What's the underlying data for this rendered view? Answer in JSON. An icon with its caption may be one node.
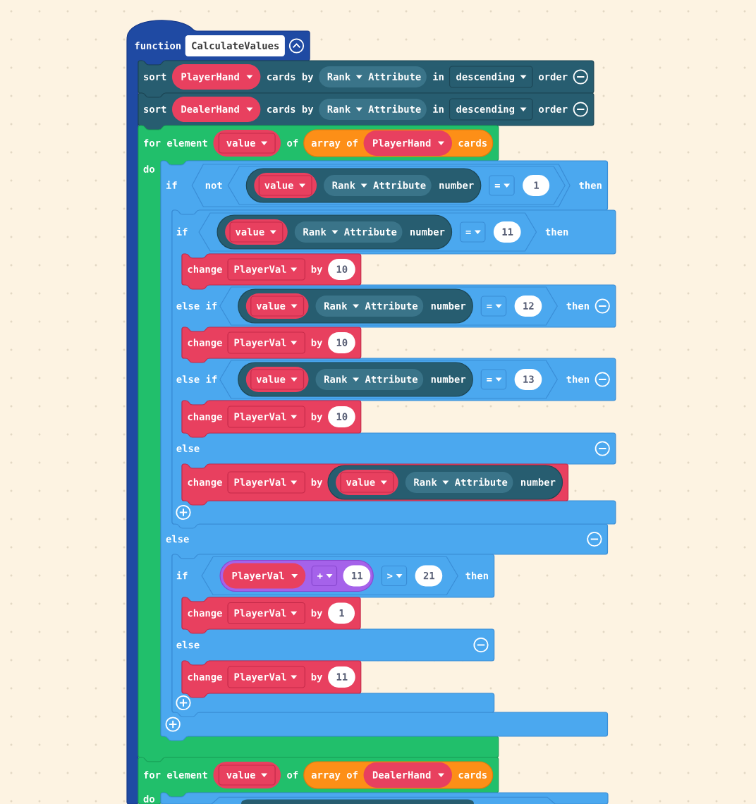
{
  "diagram": {
    "nodes": [
      {
        "text": [
          "function"
        ]
      },
      {
        "text": [
          "CalculateValues"
        ],
        "in": 0
      },
      {
        "text": [
          "sort",
          "cards by",
          "in",
          "order"
        ]
      },
      {
        "text": [
          "PlayerHand"
        ],
        "in": 2
      },
      {
        "text": [
          "Rank",
          "Attribute"
        ],
        "in": 2
      },
      {
        "text": [
          "descending"
        ],
        "in": 2
      },
      {
        "text": [
          "sort",
          "cards by",
          "in",
          "order"
        ]
      },
      {
        "text": [
          "DealerHand"
        ],
        "in": 6
      },
      {
        "text": [
          "Rank",
          "Attribute"
        ],
        "in": 6
      },
      {
        "text": [
          "descending"
        ],
        "in": 6
      },
      {
        "text": [
          "for element",
          "of",
          "do"
        ]
      },
      {
        "text": [
          "value"
        ],
        "in": 10
      },
      {
        "text": [
          "array of",
          "cards"
        ],
        "in": 10
      },
      {
        "text": [
          "PlayerHand"
        ],
        "in": 12
      },
      {
        "text": [
          "if",
          "then",
          "else"
        ]
      },
      {
        "text": [
          "not"
        ],
        "in": 14
      },
      {
        "text": [],
        "shape": "hexagon",
        "in": 15
      },
      {
        "text": [
          "number"
        ],
        "in": 16
      },
      {
        "text": [
          "value"
        ],
        "in": 17
      },
      {
        "text": [
          "Rank",
          "Attribute"
        ],
        "in": 17
      },
      {
        "text": [
          "="
        ],
        "in": 16
      },
      {
        "text": [
          "1"
        ],
        "in": 16
      },
      {
        "text": [
          "if",
          "then",
          "else if",
          "then",
          "else if",
          "then",
          "else"
        ]
      },
      {
        "text": [],
        "shape": "hexagon",
        "in": 22
      },
      {
        "text": [
          "number"
        ],
        "in": 23
      },
      {
        "text": [
          "value"
        ],
        "in": 24
      },
      {
        "text": [
          "Rank",
          "Attribute"
        ],
        "in": 24
      },
      {
        "text": [
          "="
        ],
        "in": 23
      },
      {
        "text": [
          "11"
        ],
        "in": 23
      },
      {
        "text": [
          "change",
          "by"
        ],
        "in": 22
      },
      {
        "text": [
          "PlayerVal"
        ],
        "in": 29
      },
      {
        "text": [
          "10"
        ],
        "in": 29
      },
      {
        "text": [],
        "shape": "hexagon",
        "in": 22
      },
      {
        "text": [
          "number"
        ],
        "in": 32
      },
      {
        "text": [
          "value"
        ],
        "in": 33
      },
      {
        "text": [
          "Rank",
          "Attribute"
        ],
        "in": 33
      },
      {
        "text": [
          "="
        ],
        "in": 32
      },
      {
        "text": [
          "12"
        ],
        "in": 32
      },
      {
        "text": [
          "change",
          "by"
        ],
        "in": 22
      },
      {
        "text": [
          "PlayerVal"
        ],
        "in": 38
      },
      {
        "text": [
          "10"
        ],
        "in": 38
      },
      {
        "text": [],
        "shape": "hexagon",
        "in": 22
      },
      {
        "text": [
          "number"
        ],
        "in": 41
      },
      {
        "text": [
          "value"
        ],
        "in": 42
      },
      {
        "text": [
          "Rank",
          "Attribute"
        ],
        "in": 42
      },
      {
        "text": [
          "="
        ],
        "in": 41
      },
      {
        "text": [
          "13"
        ],
        "in": 41
      },
      {
        "text": [
          "change",
          "by"
        ],
        "in": 22
      },
      {
        "text": [
          "PlayerVal"
        ],
        "in": 47
      },
      {
        "text": [
          "10"
        ],
        "in": 47
      },
      {
        "text": [
          "change",
          "by"
        ],
        "in": 22
      },
      {
        "text": [
          "PlayerVal"
        ],
        "in": 50
      },
      {
        "text": [
          "number"
        ],
        "in": 50
      },
      {
        "text": [
          "value"
        ],
        "in": 52
      },
      {
        "text": [
          "Rank",
          "Attribute"
        ],
        "in": 52
      },
      {
        "text": [
          "if",
          "then",
          "else"
        ],
        "in": 14
      },
      {
        "text": [],
        "shape": "hexagon",
        "in": 55
      },
      {
        "text": [],
        "shape": "pill",
        "in": 56
      },
      {
        "text": [
          "PlayerVal"
        ],
        "in": 57
      },
      {
        "text": [
          "+"
        ],
        "in": 57
      },
      {
        "text": [
          "11"
        ],
        "in": 57
      },
      {
        "text": [
          ">"
        ],
        "in": 56
      },
      {
        "text": [
          "21"
        ],
        "in": 56
      },
      {
        "text": [
          "change",
          "by"
        ],
        "in": 55
      },
      {
        "text": [
          "PlayerVal"
        ],
        "in": 63
      },
      {
        "text": [
          "1"
        ],
        "in": 63
      },
      {
        "text": [
          "change",
          "by"
        ],
        "in": 55
      },
      {
        "text": [
          "PlayerVal"
        ],
        "in": 66
      },
      {
        "text": [
          "11"
        ],
        "in": 66
      },
      {
        "text": [
          "for element",
          "of",
          "do"
        ]
      },
      {
        "text": [
          "value"
        ],
        "in": 69
      },
      {
        "text": [
          "array of",
          "cards"
        ],
        "in": 69
      },
      {
        "text": [
          "DealerHand"
        ],
        "in": 71
      },
      {
        "text": [],
        "shape": "box"
      }
    ]
  }
}
